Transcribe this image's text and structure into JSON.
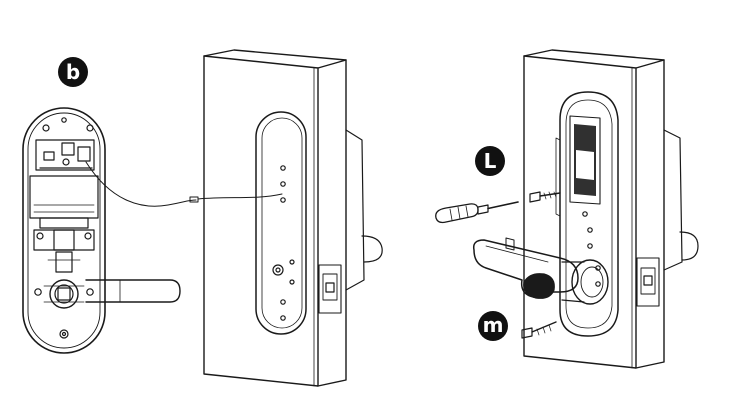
{
  "diagram": {
    "steps": [
      {
        "label": "b"
      },
      {
        "label": "L"
      },
      {
        "label": "m"
      }
    ],
    "colors": {
      "ink": "#1a1a1a",
      "badge": "#111111",
      "paper": "#ffffff"
    }
  }
}
